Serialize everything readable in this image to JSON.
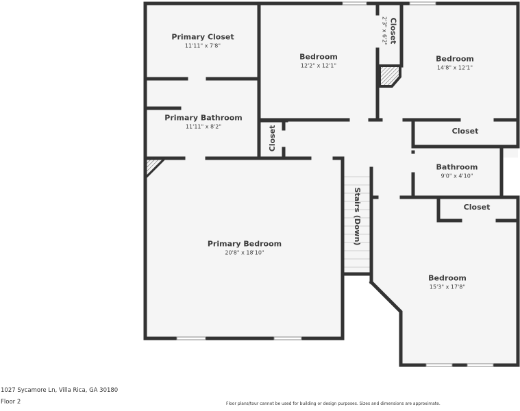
{
  "colors": {
    "wall": "#333333",
    "floor": "#f5f5f5",
    "background": "#ffffff",
    "text": "#3d3d3d"
  },
  "rooms": {
    "primary_closet": {
      "name": "Primary Closet",
      "dim": "11'11\" x 7'8\""
    },
    "primary_bathroom": {
      "name": "Primary Bathroom",
      "dim": "11'11\" x 8'2\""
    },
    "bedroom_1": {
      "name": "Bedroom",
      "dim": "12'2\" x 12'1\""
    },
    "small_closet": {
      "name": "Closet",
      "dim": "2'3\" x 6'2\""
    },
    "bedroom_2": {
      "name": "Bedroom",
      "dim": "14'8\" x 12'1\""
    },
    "hall_closet_left": {
      "name": "Closet"
    },
    "closet_right_top": {
      "name": "Closet"
    },
    "bathroom": {
      "name": "Bathroom",
      "dim": "9'0\" x 4'10\""
    },
    "closet_right_mid": {
      "name": "Closet"
    },
    "stairs": {
      "name": "Stairs (Down)"
    },
    "primary_bedroom": {
      "name": "Primary Bedroom",
      "dim": "20'8\" x 18'10\""
    },
    "bedroom_3": {
      "name": "Bedroom",
      "dim": "15'3\" x 17'8\""
    }
  },
  "footer": {
    "address": "1027 Sycamore Ln, Villa Rica, GA 30180",
    "floor": "Floor 2",
    "disclaimer": "Floor plans/tour cannot be used for building or design purposes. Sizes and dimensions are approximate."
  }
}
